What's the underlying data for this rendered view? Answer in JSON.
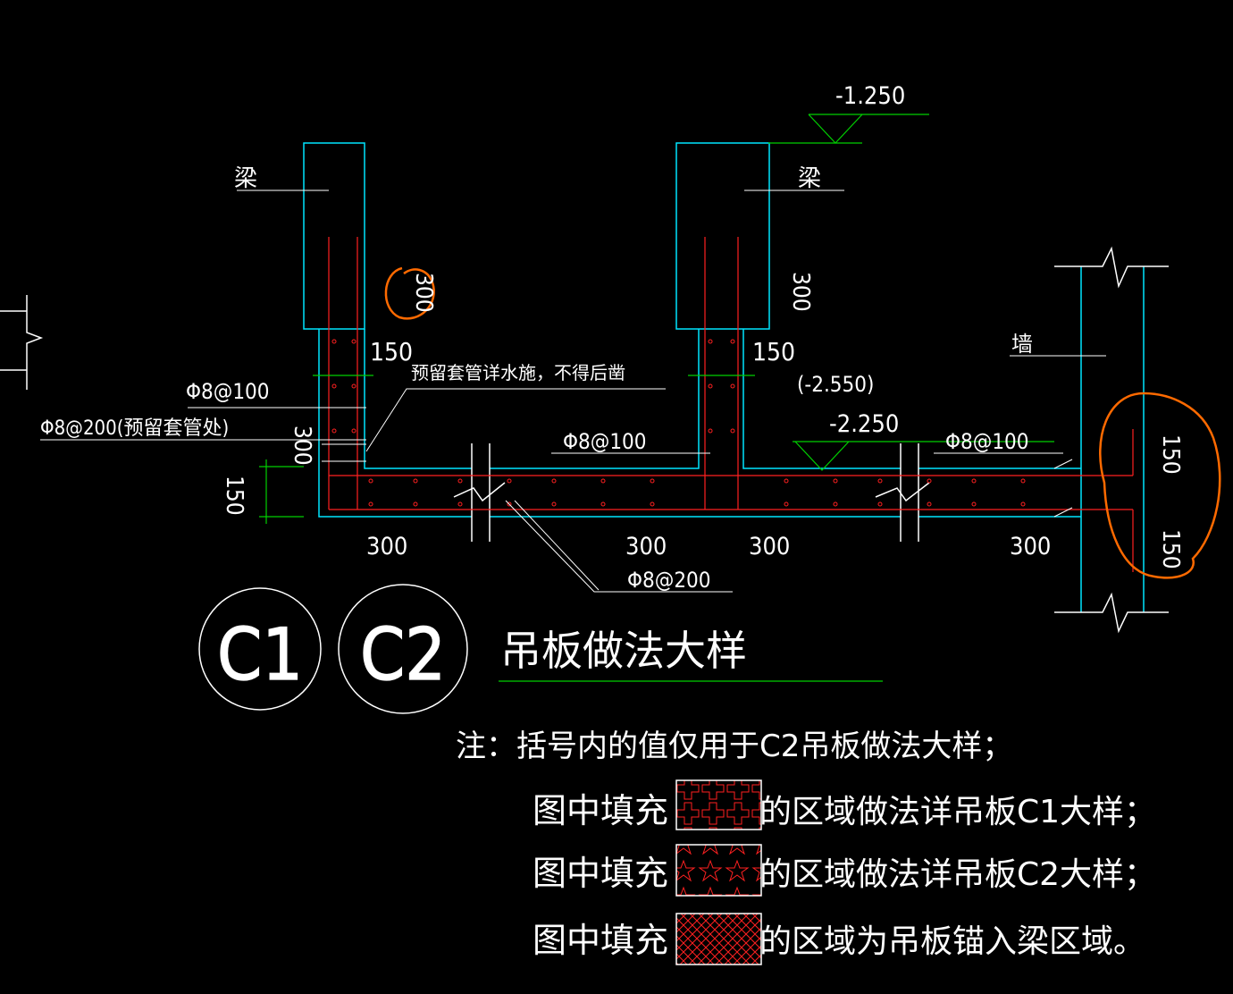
{
  "labels": {
    "beam_left": "梁",
    "beam_right": "梁",
    "wall": "墙",
    "dim_300_circled": "300",
    "dim_300_right": "300",
    "dim_150_a": "150",
    "dim_150_b": "150",
    "elev_top": "-1.250",
    "elev_mid_paren": "(-2.550)",
    "elev_mid": "-2.250",
    "rebar_left_1": "Φ8@100",
    "rebar_left_2": "Φ8@200(预留套管处)",
    "sleeve_note": "预留套管详水施，不得后凿",
    "rebar_mid": "Φ8@100",
    "rebar_right": "Φ8@100",
    "rebar_bottom": "Φ8@200",
    "dim_300_vert": "300",
    "dim_150_vert": "150",
    "bottom_dim_1": "300",
    "bottom_dim_2": "300",
    "bottom_dim_3": "300",
    "bottom_dim_4": "300",
    "wall_dim_1": "150",
    "wall_dim_2": "150"
  },
  "circles": {
    "c1": "C1",
    "c2": "C2"
  },
  "title": "吊板做法大样",
  "notes": {
    "line1": "注：括号内的值仅用于C2吊板做法大样；",
    "row1_prefix": "图中填充",
    "row1_suffix": "的区域做法详吊板C1大样；",
    "row2_prefix": "图中填充",
    "row2_suffix": "的区域做法详吊板C2大样；",
    "row3_prefix": "图中填充",
    "row3_suffix": "的区域为吊板锚入梁区域。"
  },
  "colors": {
    "background": "#000000",
    "outline": "#00e5ff",
    "rebar": "#ff2020",
    "dimension": "#00d000",
    "text": "#ffffff",
    "markup": "#ff6a00"
  }
}
